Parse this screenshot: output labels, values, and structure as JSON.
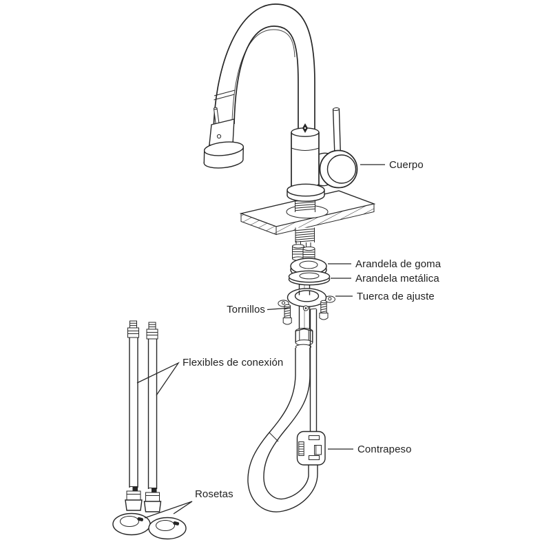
{
  "figure": {
    "background_color": "#ffffff",
    "line_color": "#262626",
    "text_color": "#212121"
  },
  "labels": {
    "cuerpo": "Cuerpo",
    "arandela_goma": "Arandela de goma",
    "arandela_metalica": "Arandela metálica",
    "tuerca_ajuste": "Tuerca de ajuste",
    "tornillos": "Tornillos",
    "flexibles": "Flexibles de conexión",
    "contrapeso": "Contrapeso",
    "rosetas": "Rosetas"
  }
}
